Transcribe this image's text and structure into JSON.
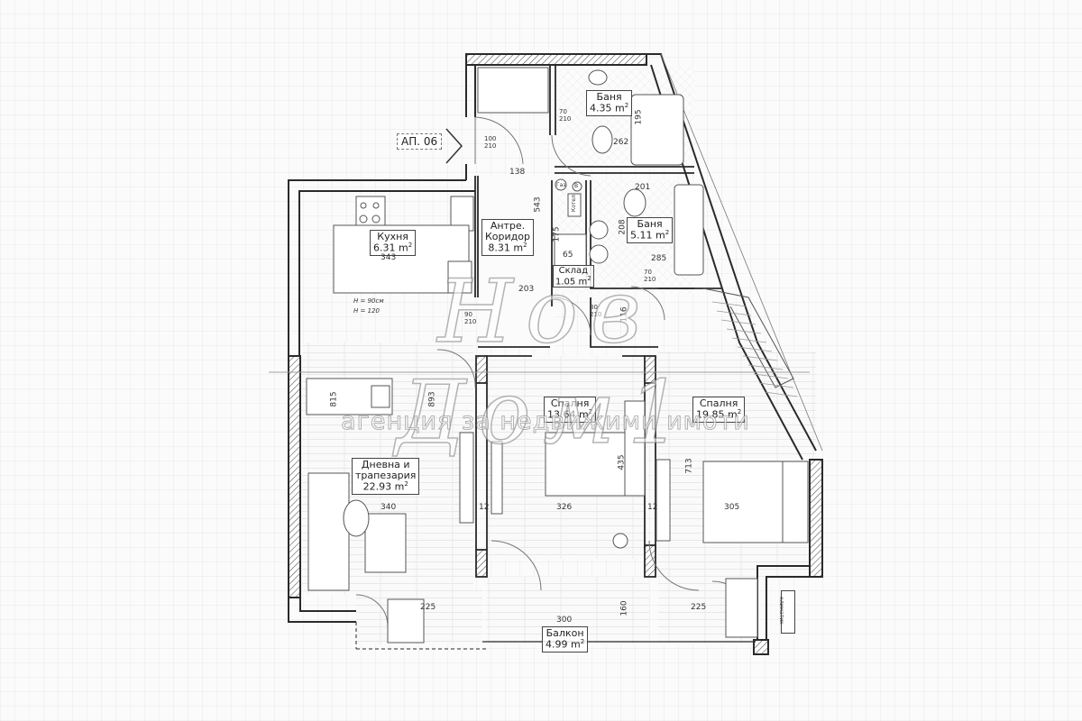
{
  "apartment": {
    "label": "АП. 06",
    "entrance_arrow": "entrance-arrow"
  },
  "rooms": [
    {
      "id": "bathroom_1",
      "name": "Баня",
      "area": "4.35",
      "unit": "m",
      "exp": "2"
    },
    {
      "id": "bathroom_2",
      "name": "Баня",
      "area": "5.11",
      "unit": "m",
      "exp": "2"
    },
    {
      "id": "kitchen",
      "name": "Кухня",
      "area": "6.31",
      "unit": "m",
      "exp": "2"
    },
    {
      "id": "corridor",
      "name_line1": "Антре.",
      "name_line2": "Коридор",
      "area": "8.31",
      "unit": "m",
      "exp": "2"
    },
    {
      "id": "storage",
      "name": "Склад",
      "area": "1.05",
      "unit": "m",
      "exp": "2"
    },
    {
      "id": "living",
      "name_line1": "Дневна и",
      "name_line2": "трапезария",
      "area": "22.93",
      "unit": "m",
      "exp": "2"
    },
    {
      "id": "bedroom_1",
      "name": "Спалня",
      "area": "13.64",
      "unit": "m",
      "exp": "2"
    },
    {
      "id": "bedroom_2",
      "name": "Спалня",
      "area": "19.85",
      "unit": "m",
      "exp": "2"
    },
    {
      "id": "balcony",
      "name": "Балкон",
      "area": "4.99",
      "unit": "m",
      "exp": "2"
    }
  ],
  "dimensions": {
    "entry_door_w": "100",
    "entry_door_h": "210",
    "bath1_door_w": "70",
    "bath1_door_h": "210",
    "corridor_top": "138",
    "bath1_len": "262",
    "bath1_tub": "195",
    "corridor_len": "543",
    "bath2_top": "201",
    "bath2_side": "208",
    "bath2_len": "285",
    "bath2_door_w": "70",
    "bath2_door_h": "210",
    "storage_h": "175",
    "storage_w": "65",
    "kitchen_len": "343",
    "corridor_width": "203",
    "kitchen_door_w": "90",
    "kitchen_door_h": "210",
    "bedroom_door_w": "80",
    "bedroom_door_h": "210",
    "corridor_end": "116",
    "living_w": "815",
    "living_len": "893",
    "living_table": "340",
    "living_terrace": "225",
    "bed1_w": "326",
    "bed1_len": "435",
    "bed2_len": "713",
    "bed2_w": "305",
    "balcony_w": "300",
    "balcony_d": "160",
    "bed2_terrace": "225",
    "window_12a": "12",
    "window_12b": "12"
  },
  "fixtures": {
    "gas": "Газ",
    "boiler": "Котел",
    "water": "В",
    "hood_line1": "Н",
    "hood_val1": "= 90см",
    "hood_line2": "Н",
    "hood_val2": "= 120",
    "climate": "климатик"
  },
  "watermark": {
    "script": "Нов Дом1",
    "subtitle": "агенция за недвижими имоти"
  },
  "colors": {
    "wall": "#2a2a2a",
    "hatch": "#555555",
    "floor_line": "#cfcfcf",
    "background": "#fbfbfb"
  }
}
